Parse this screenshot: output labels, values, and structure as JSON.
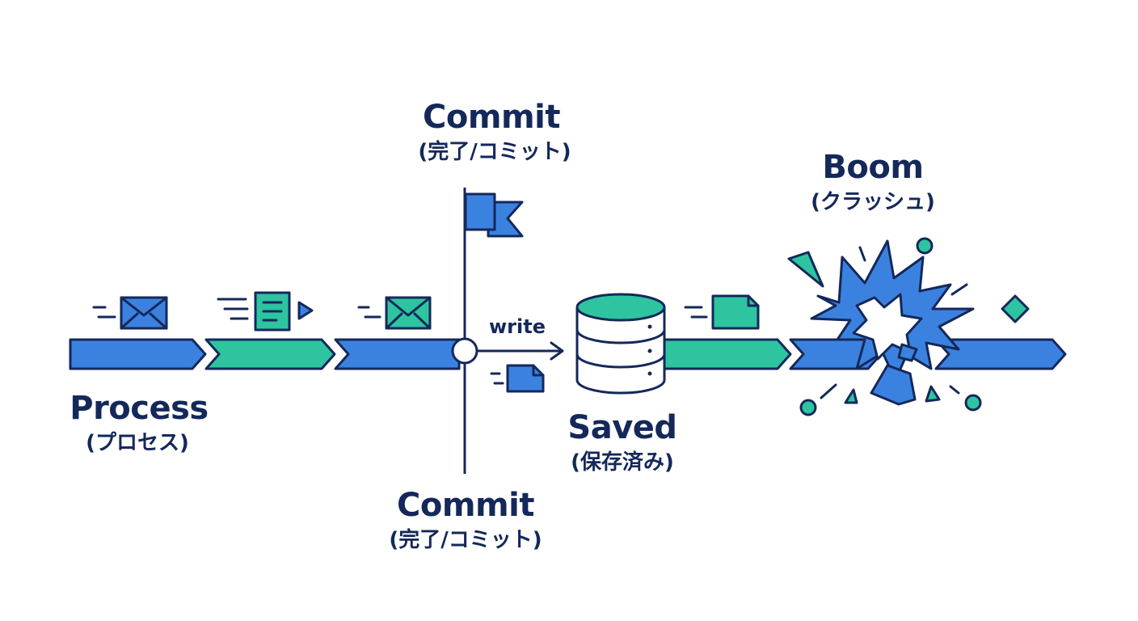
{
  "labels": {
    "commit_top": {
      "title": "Commit",
      "sub": "(完了/コミット)"
    },
    "commit_bottom": {
      "title": "Commit",
      "sub": "(完了/コミット)"
    },
    "process": {
      "title": "Process",
      "sub": "(プロセス)"
    },
    "saved": {
      "title": "Saved",
      "sub": "(保存済み)"
    },
    "boom": {
      "title": "Boom",
      "sub": "(クラッシュ)"
    },
    "write": "write"
  },
  "colors": {
    "blue": "#3b82e0",
    "teal": "#2ec4a0",
    "navy": "#14285a",
    "background": "#ffffff"
  },
  "icons": [
    "envelope-icon",
    "document-icon",
    "play-icon",
    "flag-icon",
    "database-icon",
    "file-icon",
    "explosion-icon"
  ]
}
